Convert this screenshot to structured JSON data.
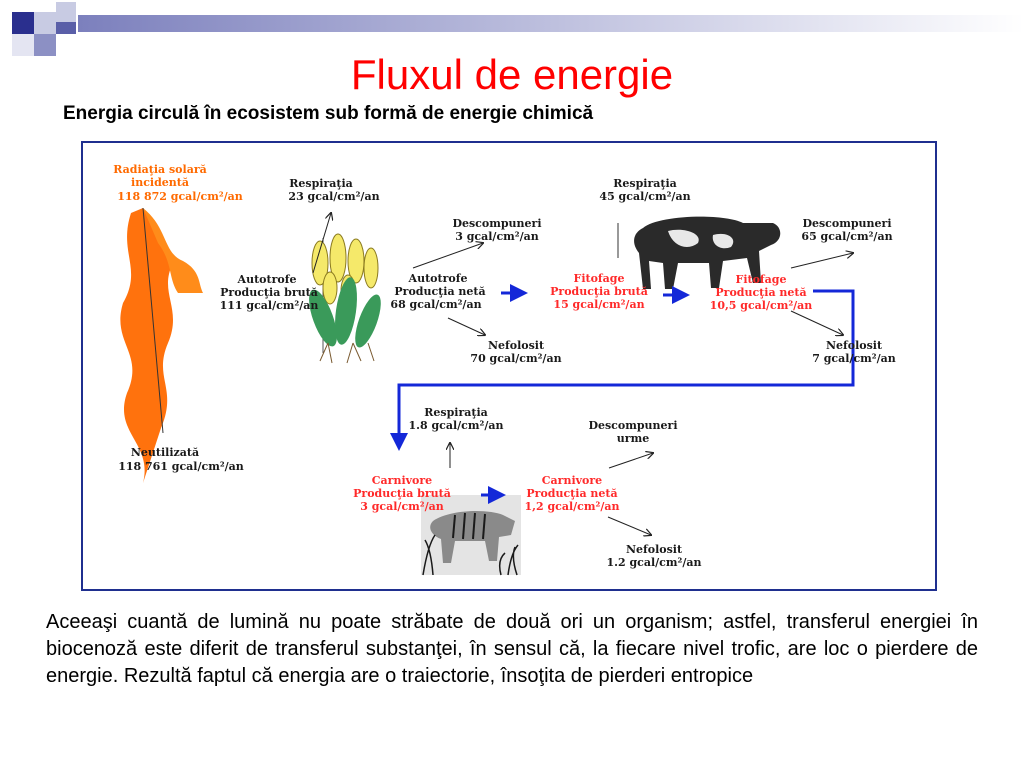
{
  "slide": {
    "title": "Fluxul de energie",
    "subtitle": "Energia circulă în ecosistem sub formă de energie chimică",
    "body": "Aceeaşi cuantă de lumină nu poate străbate de două ori un organism; astfel, transferul energiei în biocenoză este diferit de transferul substanţei, în sensul că, la fiecare nivel trofic, are loc o pierdere de energie. Rezultă faptul că energia are o traiectorie, însoţita de pierderi entropice"
  },
  "colors": {
    "title": "#ff0000",
    "frame": "#1f2f8f",
    "flow_arrow": "#1428d8",
    "solar": "#ff6a00",
    "consumer_label": "#ff2a2a"
  },
  "diagram": {
    "solar": {
      "l1": "Radiaţia solară",
      "l2": "incidentă",
      "l3": "118 872 gcal/cm²/an"
    },
    "neutilizata": {
      "l1": "Neutilizată",
      "l2": "118 761  gcal/cm²/an"
    },
    "resp1": {
      "l1": "Respiraţia",
      "l2": "23  gcal/cm²/an"
    },
    "autotrofe_bruta": {
      "l1": "Autotrofe",
      "l2": "Producţia brută",
      "l3": "111  gcal/cm²/an"
    },
    "descompuneri1": {
      "l1": "Descompuneri",
      "l2": "3 gcal/cm²/an"
    },
    "autotrofe_neta": {
      "l1": "Autotrofe",
      "l2": "Producţia netă",
      "l3": "68  gcal/cm²/an"
    },
    "nefolosit1": {
      "l1": "Nefolosit",
      "l2": "70 gcal/cm²/an"
    },
    "resp2": {
      "l1": "Respiraţia",
      "l2": "45 gcal/cm²/an"
    },
    "fitofage_bruta": {
      "l1": "Fitofage",
      "l2": "Producţia brută",
      "l3": "15 gcal/cm²/an"
    },
    "fitofage_neta": {
      "l1": "Fitofage",
      "l2": "Producţia netă",
      "l3": "10,5 gcal/cm²/an"
    },
    "descompuneri2": {
      "l1": "Descompuneri",
      "l2": "65 gcal/cm²/an"
    },
    "nefolosit2": {
      "l1": "Nefolosit",
      "l2": "7 gcal/cm²/an"
    },
    "resp3": {
      "l1": "Respiraţia",
      "l2": "1.8 gcal/cm²/an"
    },
    "descompuneri3": {
      "l1": "Descompuneri",
      "l2": "urme"
    },
    "carnivore_bruta": {
      "l1": "Carnivore",
      "l2": "Producţia brută",
      "l3": "3 gcal/cm²/an"
    },
    "carnivore_neta": {
      "l1": "Carnivore",
      "l2": "Producţia netă",
      "l3": "1,2 gcal/cm²/an"
    },
    "nefolosit3": {
      "l1": "Nefolosit",
      "l2": "1.2 gcal/cm²/an"
    }
  }
}
